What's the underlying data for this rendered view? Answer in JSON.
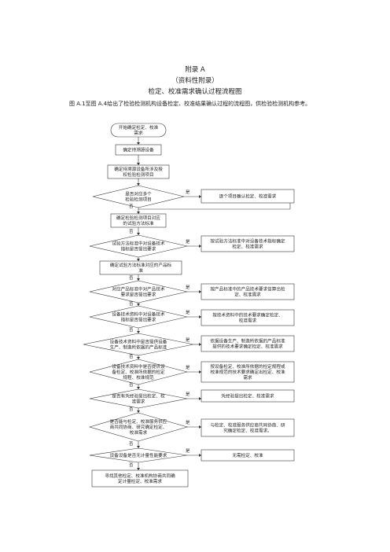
{
  "header": {
    "appendix": "附录 A",
    "type": "（资料性附录）",
    "title": "检定、校准需求确认过程流程图"
  },
  "intro": "图  A.1至图  A.4给出了检验检测机构设备检定、校准结果确认过程的流程图，供检验检测机构参考。",
  "labels": {
    "yes": "是",
    "no": "否"
  },
  "flow": {
    "start": [
      "开始确定检定、校准",
      "需求"
    ],
    "n1": [
      "确定待溯源设备"
    ],
    "n2": [
      "确定待溯源设备所涉及授",
      "权检验检测项目"
    ],
    "d1": [
      "是否对应多个",
      "检验检测项目"
    ],
    "r1": [
      "逐个项目确认检定、校准需求"
    ],
    "n3": [
      "确定检验检测项目对应",
      "的试验方法标准"
    ],
    "d2": [
      "试验方法标准中对设备技术",
      "指标是否提出要求"
    ],
    "r2": [
      "按试验方法标准中对设备技术指标确定",
      "检定、校准需求"
    ],
    "n4": [
      "确定试验方法标准对应的产品标",
      "准"
    ],
    "d3": [
      "对应产品标准中对产品技术",
      "要求是否提出要求"
    ],
    "r3": [
      "按产品标准中的产品技术要求信算出检",
      "定、校准需求"
    ],
    "d4": [
      "设备技术资料中对设备技术",
      "指标是否提出要求"
    ],
    "r4": [
      "按技术资料中的技术要求确定检定、",
      "校准需求"
    ],
    "d5": [
      "设备技术资料中是否提供设备",
      "生产、制造所依据的产品标准"
    ],
    "r5": [
      "依据设备生产、制造所依据的产品标准",
      "提供的技术要求确定检定、校准需求"
    ],
    "d6": [
      "设备技术资料中是否提供设",
      "备检定、校准所依据的检定",
      "规程、校准规范"
    ],
    "r6": [
      "按设备检定、校准所依据的检定规程或",
      "校准规范的技术要求确定出检定、校准",
      "需求"
    ],
    "d7": [
      "是否有凭经验提出检定、校",
      "准需求"
    ],
    "r7": [
      "凭经验提出检定、校准需求"
    ],
    "d8": [
      "是否能与检定、校准服务供应",
      "商共同协商、研究确定检定、",
      "校准需求"
    ],
    "r8": [
      "与检定、校准服务供应商共同协商、研",
      "究确定检定、校准需求。"
    ],
    "d9": [
      "设备设备是否无计量性能要求"
    ],
    "r9": [
      "无需检定、校准"
    ],
    "end": [
      "寻找其他检定、校准机构协商共同确",
      "定计量检定、校准需求"
    ]
  }
}
